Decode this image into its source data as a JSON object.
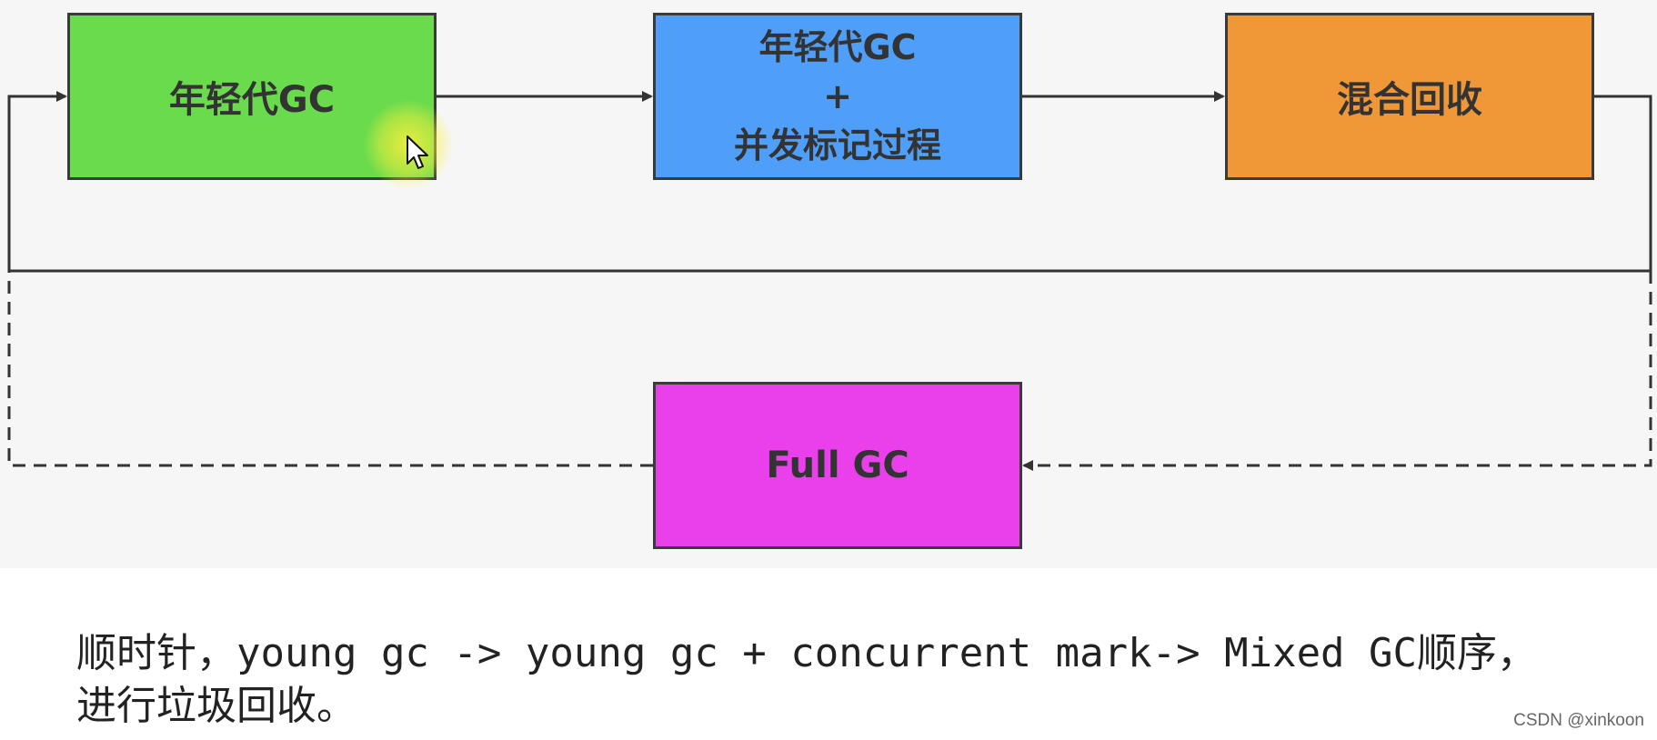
{
  "diagram": {
    "nodes": {
      "young_gc": {
        "label": "年轻代GC",
        "color": "#69db4c"
      },
      "concurrent": {
        "line1": "年轻代GC",
        "line2": "+",
        "line3": "并发标记过程",
        "color": "#4f9ef8"
      },
      "mixed": {
        "label": "混合回收",
        "color": "#f09738"
      },
      "full_gc": {
        "label": "Full GC",
        "color": "#ea40ec"
      }
    },
    "edges": [
      {
        "from": "young_gc",
        "to": "concurrent",
        "style": "solid"
      },
      {
        "from": "concurrent",
        "to": "mixed",
        "style": "solid"
      },
      {
        "from": "mixed",
        "to": "young_gc",
        "style": "solid"
      },
      {
        "from": "mixed",
        "to": "full_gc",
        "style": "dashed"
      },
      {
        "from": "full_gc",
        "to": "young_gc",
        "style": "dashed"
      }
    ]
  },
  "caption": {
    "line1": "顺时针，young gc -> young gc + concurrent mark-> Mixed GC顺序，",
    "line2": "进行垃圾回收。"
  },
  "watermark": "CSDN @xinkoon"
}
